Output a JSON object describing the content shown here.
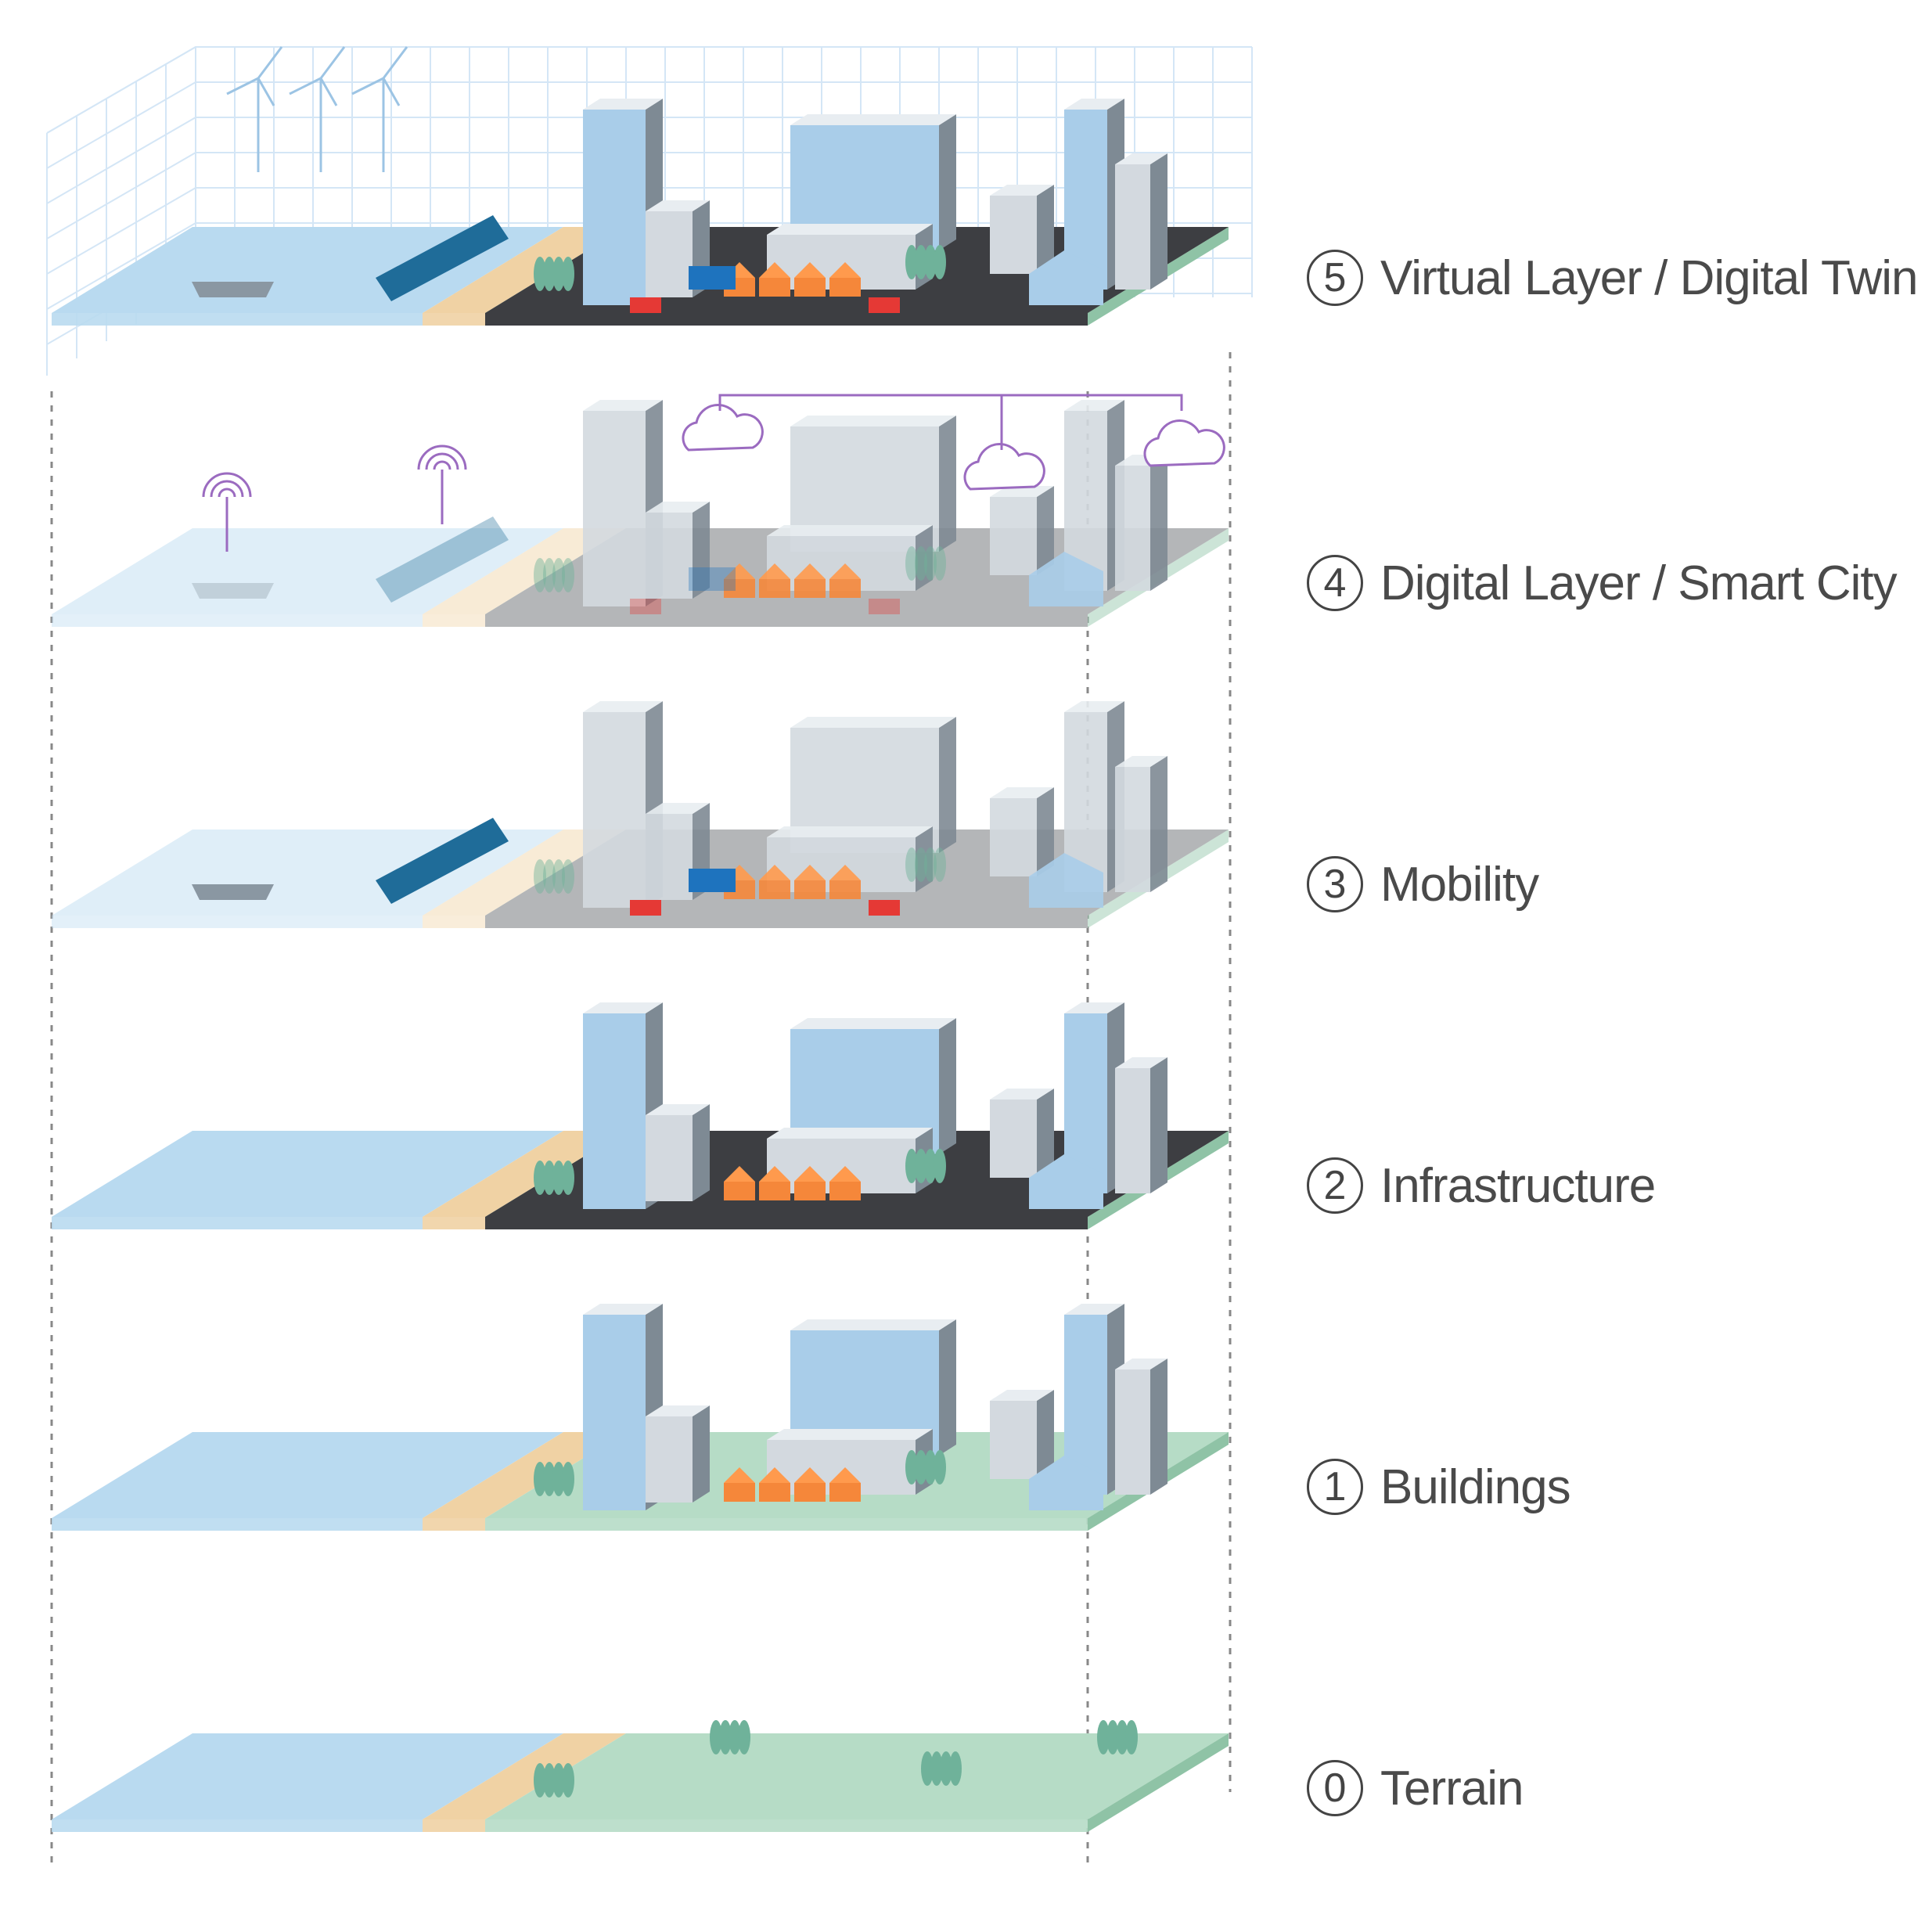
{
  "layers": [
    {
      "number": "5",
      "label": "Virtual Layer / Digital Twin"
    },
    {
      "number": "4",
      "label": "Digital Layer / Smart City"
    },
    {
      "number": "3",
      "label": "Mobility"
    },
    {
      "number": "2",
      "label": "Infrastructure"
    },
    {
      "number": "1",
      "label": "Buildings"
    },
    {
      "number": "0",
      "label": "Terrain"
    }
  ],
  "colors": {
    "water": "#b9daf0",
    "sand": "#f0d2a4",
    "grass": "#b6dcc6",
    "road": "#3d3e42",
    "building_light": "#d3d9df",
    "building_glass": "#a9cde9",
    "building_dark": "#7e8a94",
    "roof_orange": "#f5873a",
    "tree": "#6fb29a",
    "digital": "#9b6bc0",
    "car": "#e53935",
    "truck": "#1e73be",
    "ship": "#1f6c99",
    "grid": "#cfe3f5"
  }
}
